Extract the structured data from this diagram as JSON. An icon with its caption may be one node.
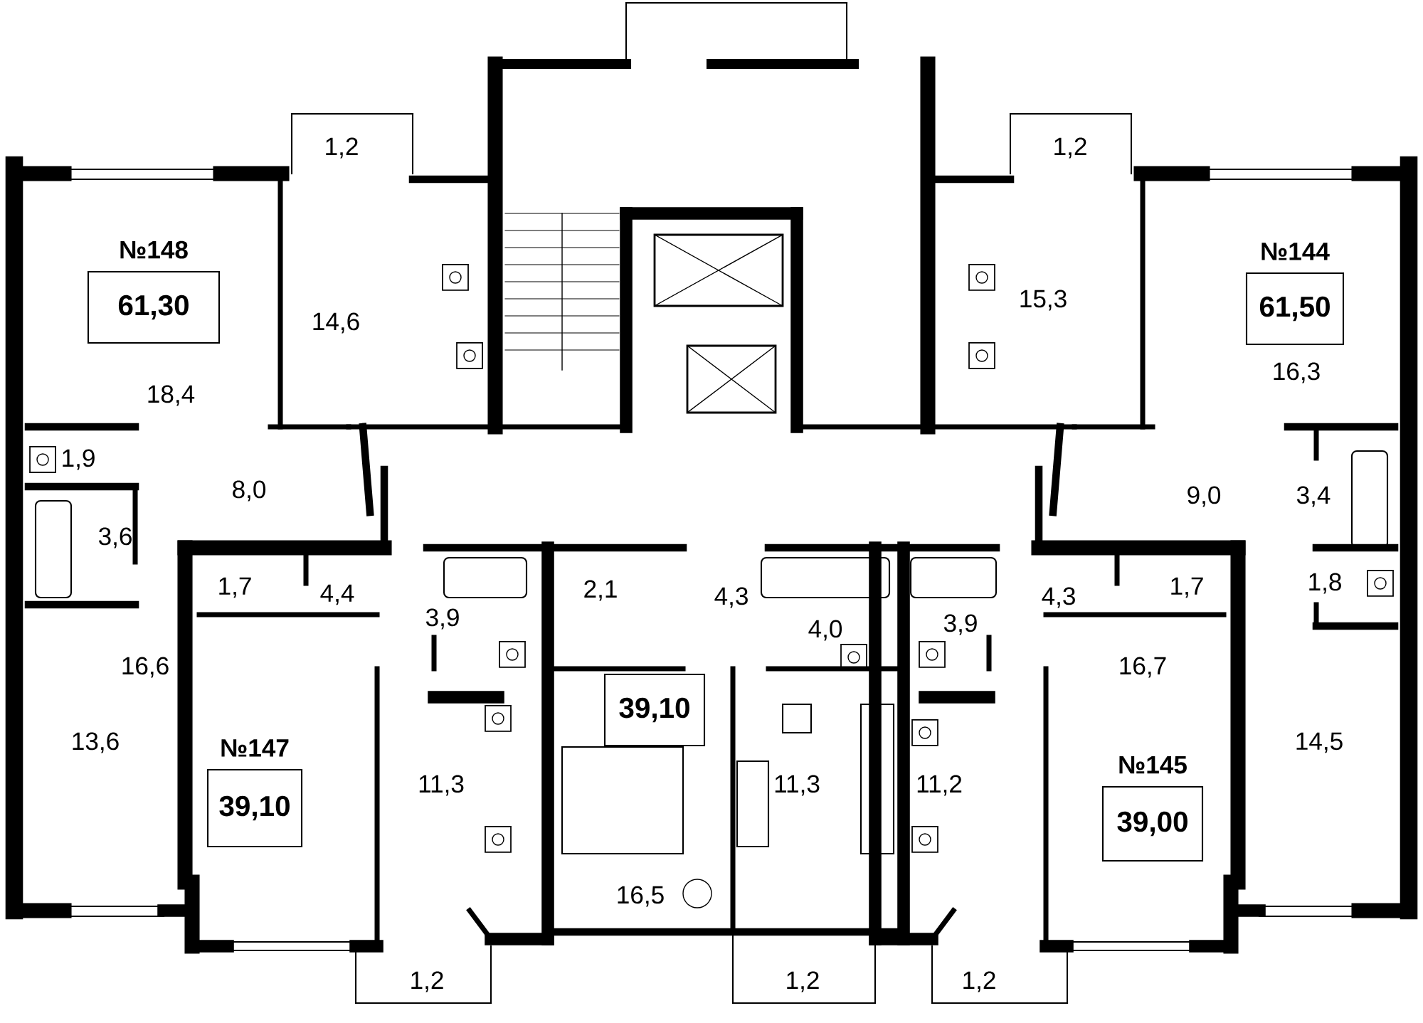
{
  "diagram": {
    "nodes": [
      {
        "text": [
          "№148",
          "61,30"
        ]
      },
      {
        "text": [
          "№144",
          "61,50"
        ]
      },
      {
        "text": [
          "39,10"
        ]
      },
      {
        "text": [
          "№147",
          "39,10"
        ]
      },
      {
        "text": [
          "№145",
          "39,00"
        ]
      }
    ],
    "edges": [],
    "labels": [
      "1,2",
      "1,2",
      "15,3",
      "14,6",
      "16,3",
      "18,4",
      "1,9",
      "8,0",
      "9,0",
      "3,4",
      "3,6",
      "1,7",
      "4,4",
      "2,1",
      "4,3",
      "4,3",
      "1,7",
      "1,8",
      "3,9",
      "4,0",
      "3,9",
      "16,6",
      "16,7",
      "13,6",
      "14,5",
      "11,3",
      "11,3",
      "11,2",
      "16,5",
      "1,2",
      "1,2",
      "1,2"
    ]
  }
}
